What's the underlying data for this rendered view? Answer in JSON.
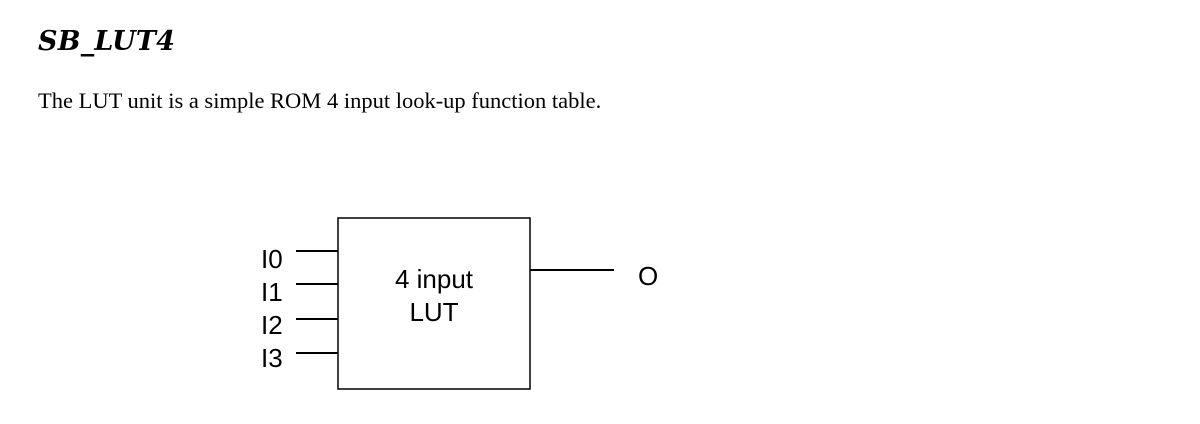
{
  "heading": "SB_LUT4",
  "description": "The LUT unit is a simple ROM 4 input look-up function table.",
  "diagram": {
    "inputs": [
      "I0",
      "I1",
      "I2",
      "I3"
    ],
    "block_label_line1": "4 input",
    "block_label_line2": "LUT",
    "output": "O"
  }
}
